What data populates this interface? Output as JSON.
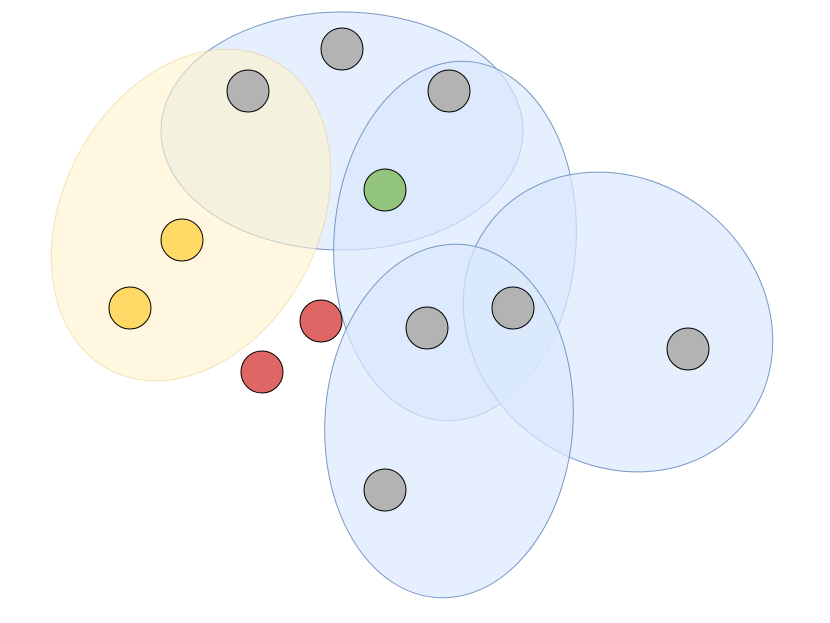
{
  "colors": {
    "blue_fill": "#dae8fc",
    "blue_stroke": "#6c8ebf",
    "yellow_fill": "#fff2cc",
    "yellow_stroke": "#d6b656",
    "node_gray": "#b3b3b3",
    "node_yellow": "#ffd966",
    "node_red": "#e06666",
    "node_green": "#93c47d",
    "node_stroke": "#000000"
  },
  "sets": [
    {
      "name": "set-blue-top",
      "color": "blue"
    },
    {
      "name": "set-blue-middle",
      "color": "blue"
    },
    {
      "name": "set-blue-right",
      "color": "blue"
    },
    {
      "name": "set-blue-bottom",
      "color": "blue"
    },
    {
      "name": "set-yellow-left",
      "color": "yellow"
    }
  ],
  "nodes": [
    {
      "name": "node-gray",
      "color": "gray",
      "count": 7
    },
    {
      "name": "node-yellow",
      "color": "yellow",
      "count": 2
    },
    {
      "name": "node-red",
      "color": "red",
      "count": 2
    },
    {
      "name": "node-green",
      "color": "green",
      "count": 1
    }
  ]
}
